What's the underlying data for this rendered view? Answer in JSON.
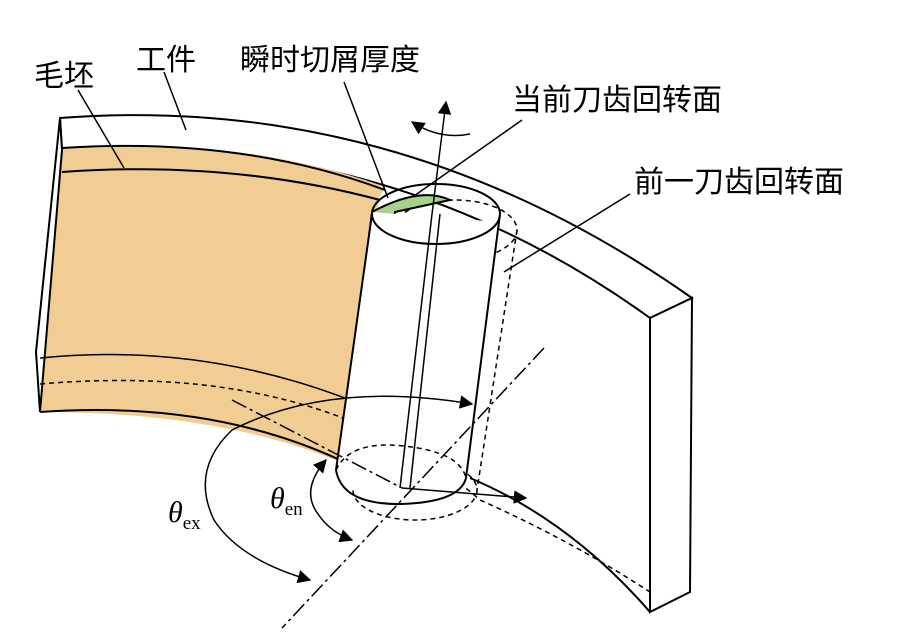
{
  "labels": {
    "blank": "毛坯",
    "workpiece": "工件",
    "chip_thickness": "瞬时切屑厚度",
    "current_tooth": "当前刀齿回转面",
    "previous_tooth": "前一刀齿回转面"
  },
  "angles": {
    "theta_ex": {
      "symbol": "θ",
      "subscript": "ex"
    },
    "theta_en": {
      "symbol": "θ",
      "subscript": "en"
    }
  },
  "colors": {
    "blank_fill": "#f1cd94",
    "chip_fill": "#a9d18e",
    "line": "#000000",
    "background": "#ffffff"
  }
}
